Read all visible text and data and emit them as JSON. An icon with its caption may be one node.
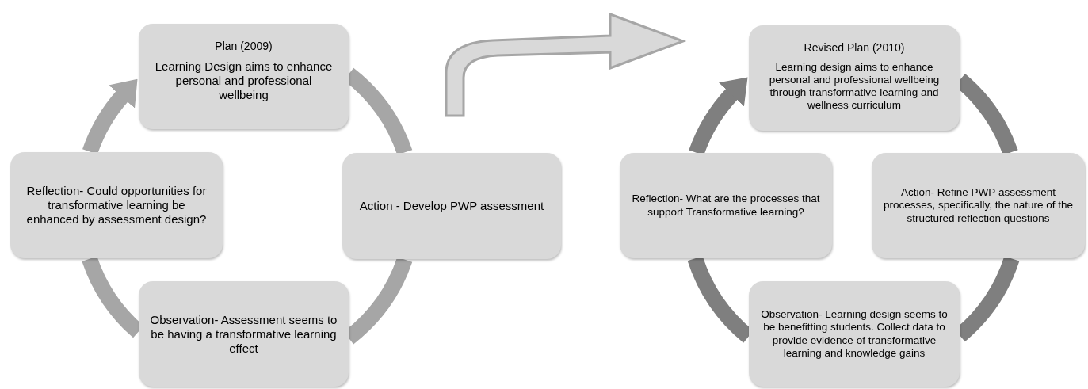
{
  "diagram": {
    "nodes": [
      {
        "text": [
          "Plan (2009)",
          "Learning Design aims to enhance personal and professional wellbeing"
        ]
      },
      {
        "text": [
          "Action - Develop PWP assessment"
        ]
      },
      {
        "text": [
          "Observation- Assessment seems to be having a transformative learning effect"
        ]
      },
      {
        "text": [
          "Reflection- Could opportunities for transformative learning be enhanced by assessment design?"
        ]
      },
      {
        "text": [
          "Revised Plan (2010)",
          "Learning design aims to enhance personal and professional wellbeing through transformative learning and wellness curriculum"
        ]
      },
      {
        "text": [
          "Action- Refine PWP assessment processes, specifically, the nature of the  structured reflection questions"
        ]
      },
      {
        "text": [
          "Observation- Learning design seems to be benefitting students. Collect data to provide evidence of transformative learning and knowledge gains"
        ]
      },
      {
        "text": [
          "Reflection- What are the processes that support Transformative learning?"
        ]
      }
    ],
    "edges": [
      {
        "from": 0,
        "to": 1,
        "arrow": "none"
      },
      {
        "from": 1,
        "to": 2,
        "arrow": "none"
      },
      {
        "from": 2,
        "to": 3,
        "arrow": "none"
      },
      {
        "from": 3,
        "to": 0,
        "arrow": "to"
      },
      {
        "from": 4,
        "to": 5,
        "arrow": "none",
        "color": "#7f7f7f"
      },
      {
        "from": 5,
        "to": 6,
        "arrow": "none",
        "color": "#7f7f7f"
      },
      {
        "from": 6,
        "to": 7,
        "arrow": "none",
        "color": "#7f7f7f"
      },
      {
        "from": 7,
        "to": 4,
        "arrow": "to",
        "color": "#7f7f7f"
      }
    ]
  }
}
